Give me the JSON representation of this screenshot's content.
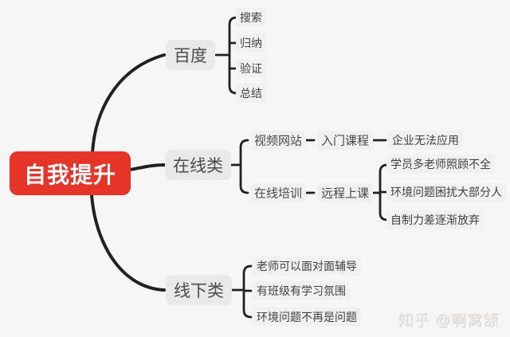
{
  "colors": {
    "canvas_bg": "#f6f6f7",
    "root_bg": "#e63428",
    "root_text": "#ffffff",
    "branch_bg": "#e9e9ea",
    "line": "#212121"
  },
  "watermark": {
    "text": "知乎 @啊窝颔"
  },
  "mindmap": {
    "root": {
      "label": "自我提升"
    },
    "branches": [
      {
        "label": "百度",
        "children": [
          {
            "label": "搜索"
          },
          {
            "label": "归纳"
          },
          {
            "label": "验证"
          },
          {
            "label": "总结"
          }
        ]
      },
      {
        "label": "在线类",
        "children": [
          {
            "label": "视频网站",
            "children": [
              {
                "label": "入门课程",
                "children": [
                  {
                    "label": "企业无法应用"
                  }
                ]
              }
            ]
          },
          {
            "label": "在线培训",
            "children": [
              {
                "label": "远程上课",
                "children": [
                  {
                    "label": "学员多老师照顾不全"
                  },
                  {
                    "label": "环境问题困扰大部分人"
                  },
                  {
                    "label": "自制力差逐渐放弃"
                  }
                ]
              }
            ]
          }
        ]
      },
      {
        "label": "线下类",
        "children": [
          {
            "label": "老师可以面对面辅导"
          },
          {
            "label": "有班级有学习氛围"
          },
          {
            "label": "环境问题不再是问题"
          }
        ]
      }
    ]
  }
}
